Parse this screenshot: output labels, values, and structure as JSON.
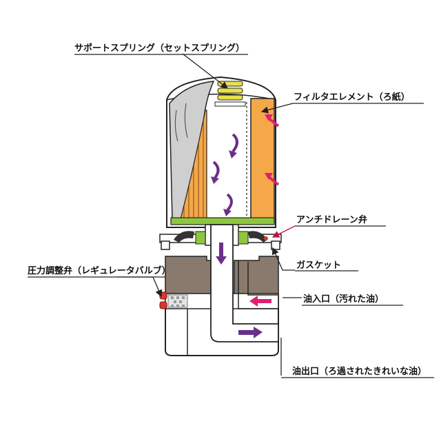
{
  "labels": {
    "support_spring": "サポートスプリング（セットスプリング）",
    "filter_element": "フィルタエレメント（ろ紙）",
    "anti_drain_valve": "アンチドレーン弁",
    "gasket": "ガスケット",
    "relief_valve": "圧力調整弁（レギュレータバルブ）",
    "oil_inlet": "油入口（汚れた油）",
    "oil_outlet": "油出口（ろ過されたきれいな油）"
  },
  "colors": {
    "filter_paper": "#f5a84a",
    "spring": "#e8e04a",
    "seal_green": "#8dc63f",
    "block_brown": "#8a7a6e",
    "dirty_oil_arrow": "#e0206e",
    "clean_oil_arrow": "#6a2f8a",
    "relief_valve_red": "#d9372a"
  }
}
